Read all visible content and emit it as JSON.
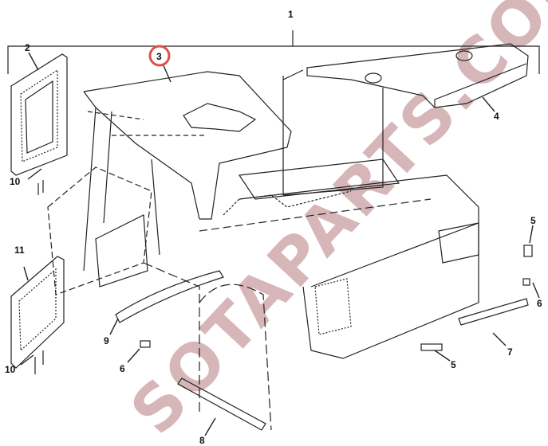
{
  "diagram": {
    "callouts": [
      {
        "id": "c1",
        "text": "1"
      },
      {
        "id": "c2",
        "text": "2"
      },
      {
        "id": "c3",
        "text": "3",
        "highlighted": true
      },
      {
        "id": "c4",
        "text": "4"
      },
      {
        "id": "c10a",
        "text": "10"
      },
      {
        "id": "c11",
        "text": "11"
      },
      {
        "id": "c10b",
        "text": "10"
      },
      {
        "id": "c5a",
        "text": "5"
      },
      {
        "id": "c6a",
        "text": "6"
      },
      {
        "id": "c9",
        "text": "9"
      },
      {
        "id": "c6b",
        "text": "6"
      },
      {
        "id": "c8",
        "text": "8"
      },
      {
        "id": "c5b",
        "text": "5"
      },
      {
        "id": "c7",
        "text": "7"
      }
    ],
    "highlight_color": "#d9534f",
    "watermark": "SOTAPARTS.COM"
  }
}
